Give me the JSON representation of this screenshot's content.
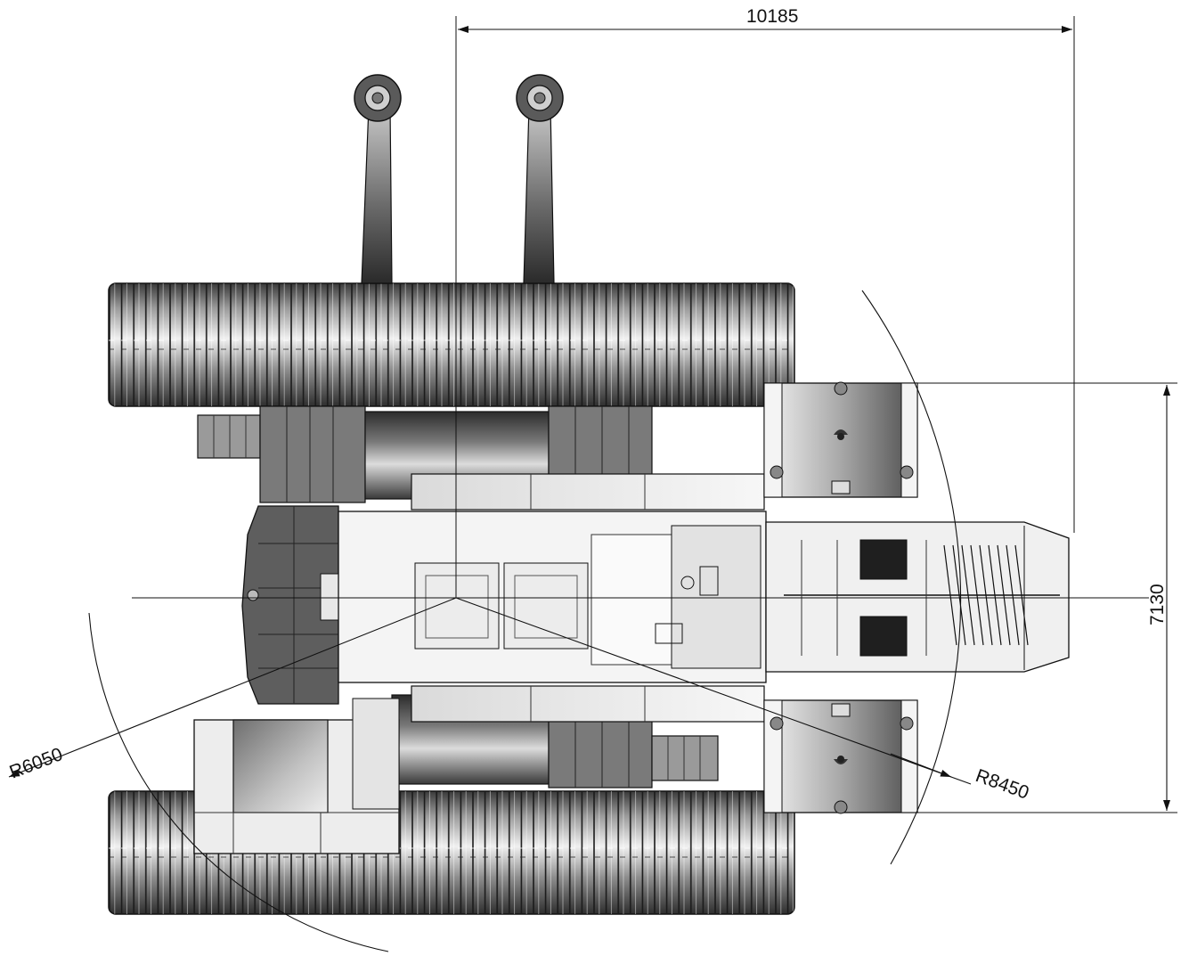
{
  "dimensions": {
    "overall_length": "10185",
    "track_width": "7130",
    "tail_radius": "R6050",
    "front_radius": "R8450"
  },
  "colors": {
    "line": "#111111",
    "machine_dark": "#4a4a4a",
    "machine_mid": "#8c8c8c",
    "machine_light": "#e6e6e6",
    "background": "#ffffff"
  },
  "icons": [
    "arrowhead"
  ]
}
